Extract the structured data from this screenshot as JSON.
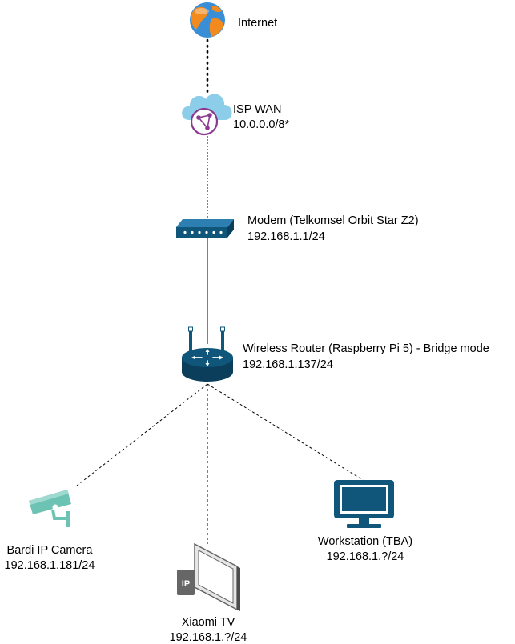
{
  "colors": {
    "network_blue": "#10567a",
    "camera_teal": "#6cc3b4",
    "cloud_blue": "#8ccde9",
    "globe_blue": "#3a8ed6",
    "globe_orange": "#f28a1e",
    "isp_purple": "#8a3a91",
    "tv_gray": "#666666",
    "link_line": "#000000"
  },
  "nodes": {
    "internet": {
      "icon": "globe-icon",
      "name": "Internet"
    },
    "isp": {
      "icon": "cloud-network-icon",
      "name": "ISP WAN",
      "address": "10.0.0.0/8*"
    },
    "modem": {
      "icon": "modem-icon",
      "name": "Modem (Telkomsel Orbit Star Z2)",
      "address": "192.168.1.1/24"
    },
    "router": {
      "icon": "wireless-router-icon",
      "name": "Wireless Router (Raspberry Pi 5) - Bridge mode",
      "address": "192.168.1.137/24"
    },
    "camera": {
      "icon": "ip-camera-icon",
      "name": "Bardi IP Camera",
      "address": "192.168.1.181/24"
    },
    "tv": {
      "icon": "ip-tv-icon",
      "name": "Xiaomi TV",
      "address": "192.168.1.?/24"
    },
    "workstation": {
      "icon": "monitor-icon",
      "name": "Workstation (TBA)",
      "address": "192.168.1.?/24"
    }
  },
  "links": [
    {
      "from": "internet",
      "to": "isp",
      "style": "dotted"
    },
    {
      "from": "isp",
      "to": "modem",
      "style": "dashed-fine"
    },
    {
      "from": "modem",
      "to": "router",
      "style": "solid"
    },
    {
      "from": "router",
      "to": "camera",
      "style": "dashed"
    },
    {
      "from": "router",
      "to": "tv",
      "style": "dashed"
    },
    {
      "from": "router",
      "to": "workstation",
      "style": "dashed"
    }
  ]
}
